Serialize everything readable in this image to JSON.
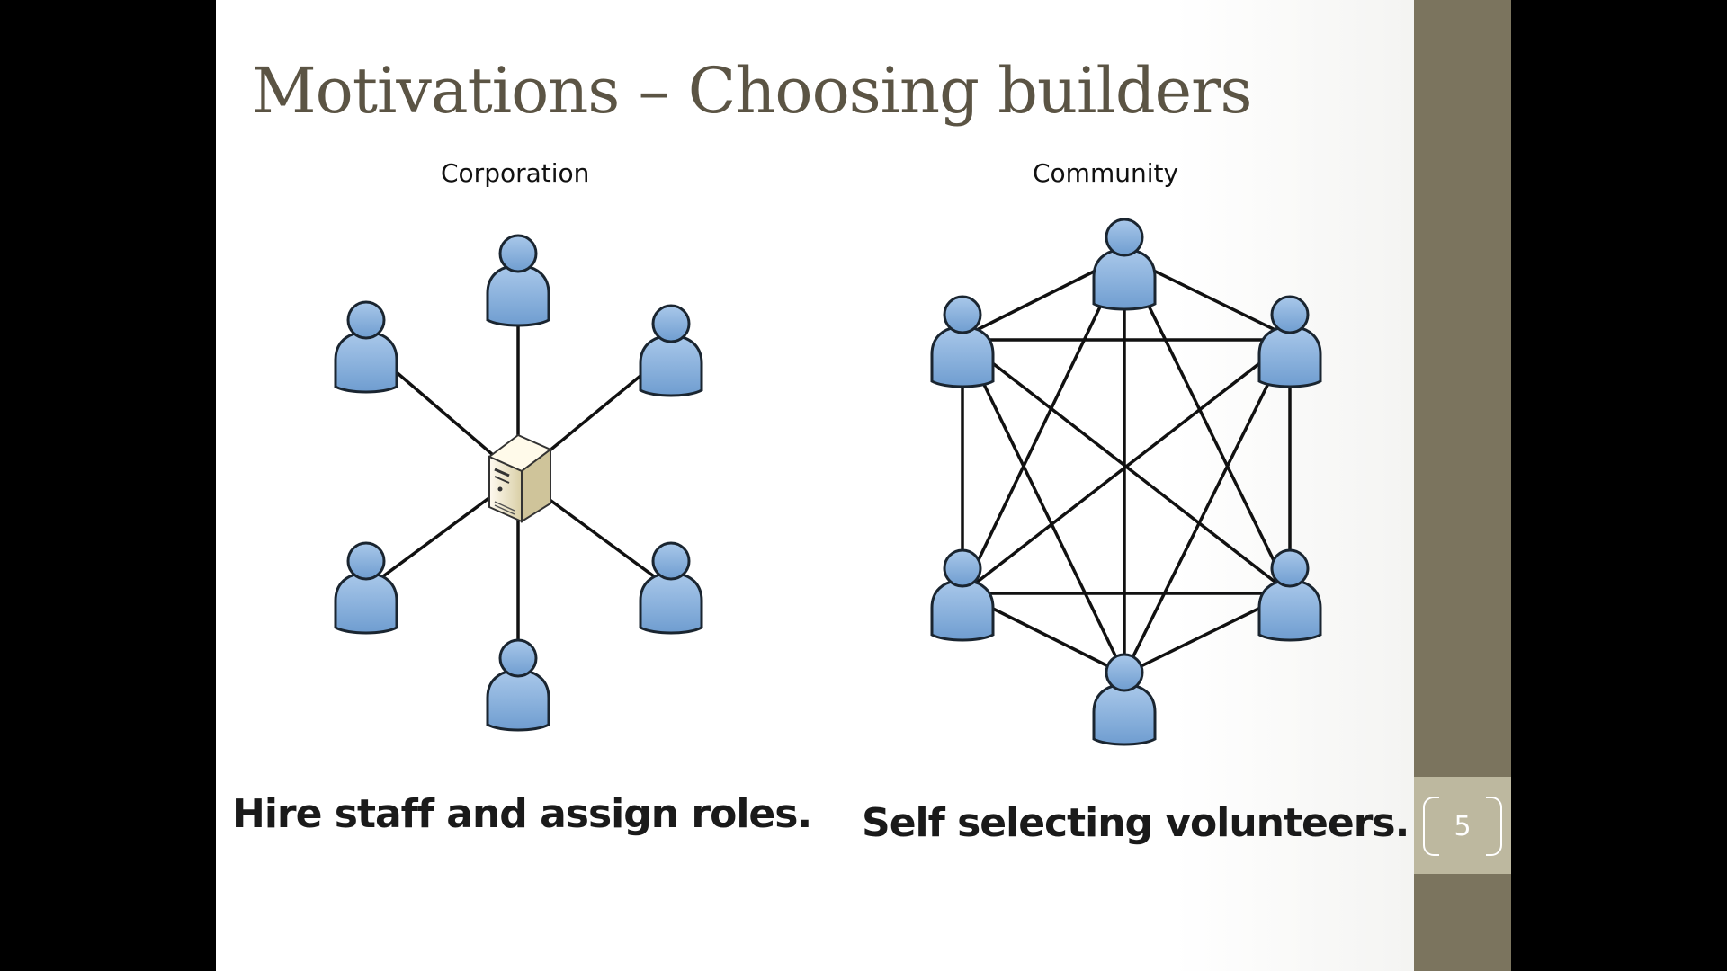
{
  "slide": {
    "title": "Motivations – Choosing builders",
    "number": "5"
  },
  "left": {
    "caption": "Corporation",
    "text": "Hire staff and assign roles."
  },
  "right": {
    "caption": "Community",
    "text": "Self selecting volunteers."
  },
  "colors": {
    "sidebar": "#7b745e",
    "number_box": "#bdb89f",
    "title": "#5b5444",
    "person": "#8db3dc",
    "person_outline": "#1a2530",
    "server": "#ede6c8"
  },
  "icons": {
    "person": "user-icon",
    "server": "server-icon"
  },
  "diagram": {
    "left_network": {
      "topology": "star",
      "hub": "server",
      "people": 6
    },
    "right_network": {
      "topology": "full-mesh",
      "people": 6
    }
  }
}
